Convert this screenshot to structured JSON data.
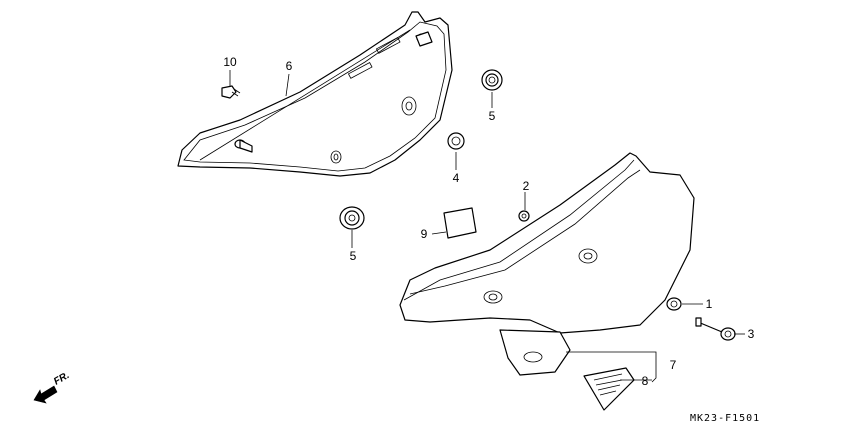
{
  "diagram": {
    "reference_code": "MK23-F1501",
    "front_indicator": "FR.",
    "callouts": {
      "c1": "1",
      "c2": "2",
      "c3": "3",
      "c4": "4",
      "c5a": "5",
      "c5b": "5",
      "c6": "6",
      "c7": "7",
      "c8": "8",
      "c9": "9",
      "c10": "10"
    }
  }
}
